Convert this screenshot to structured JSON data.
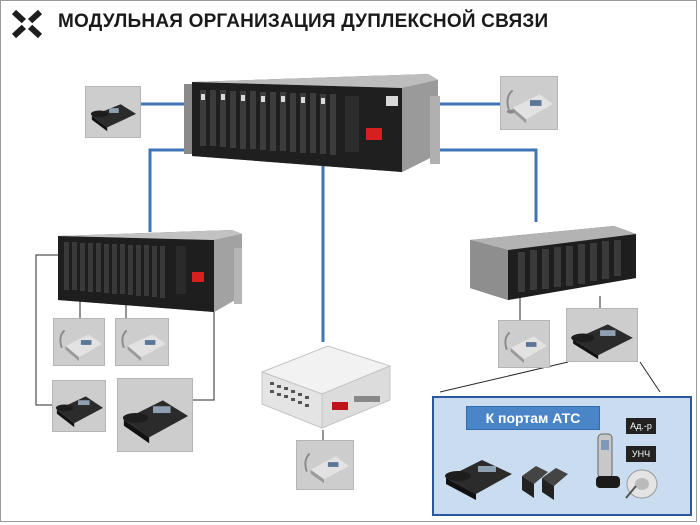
{
  "title": "МОДУЛЬНАЯ ОРГАНИЗАЦИЯ ДУПЛЕКСНОЙ СВЯЗИ",
  "ats_panel": {
    "label": "К портам АТС",
    "amp_upper": "Ад.-р",
    "amp_lower": "УНЧ"
  },
  "colors": {
    "link_blue": "#3f74b5",
    "red_link": "#d11a1a",
    "brown_link": "#b0651c",
    "panel_bg": "#c9dcf0",
    "panel_border": "#2b56a0",
    "label_bg": "#4a86c7"
  }
}
